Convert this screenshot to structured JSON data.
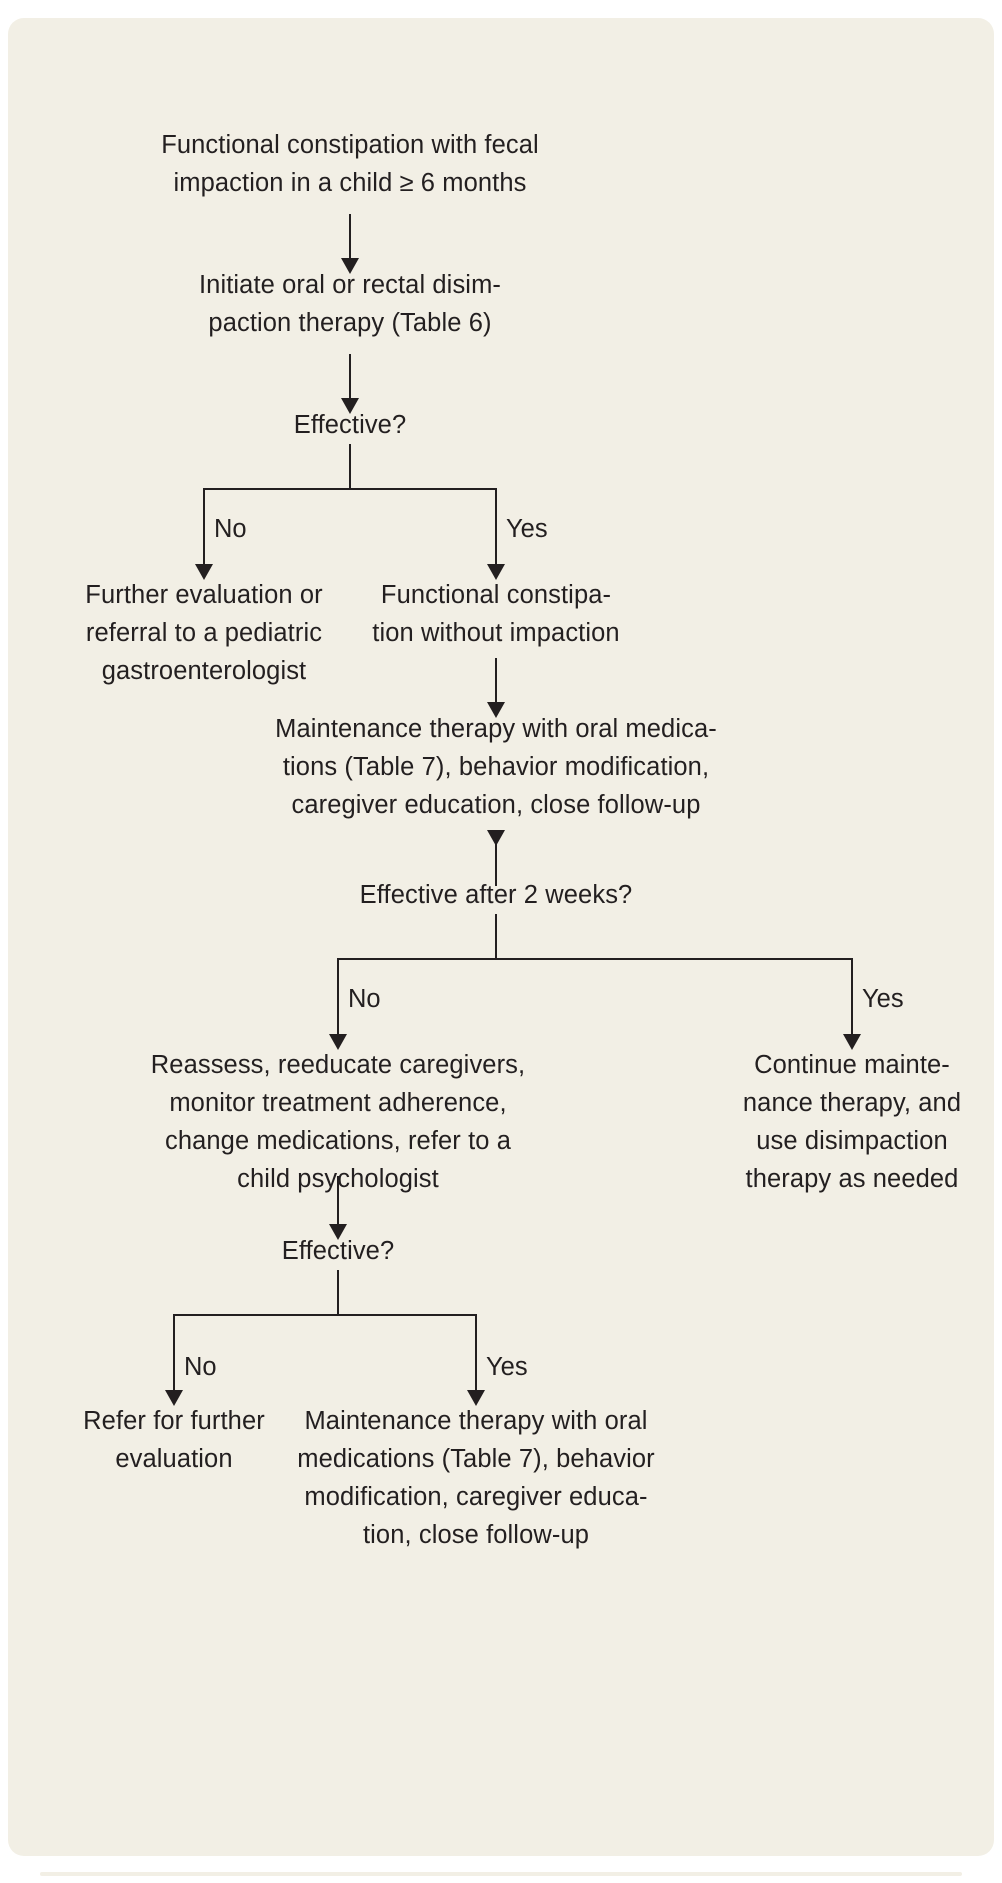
{
  "figure": {
    "type": "flowchart",
    "title": "Management of functional constipation with fecal impaction in children",
    "background_color": "#f2efe5",
    "text_color": "#231f20"
  },
  "nodes": {
    "start": "Functional constipation with fecal\nimpaction in a child ≥ 6 months",
    "disimpaction": "Initiate oral or rectal disim-\npaction therapy (Table 6)",
    "decision1": "Effective?",
    "no1_outcome": "Further evaluation or\nreferral to a pediatric\ngastroenterologist",
    "yes1_outcome": "Functional constipa-\ntion without impaction",
    "maintenance1": "Maintenance therapy with oral medica-\ntions (Table 7), behavior modification,\ncaregiver education, close follow-up",
    "decision2": "Effective after 2 weeks?",
    "no2_outcome": "Reassess, reeducate caregivers,\nmonitor treatment adherence,\nchange medications, refer to a\nchild psychologist",
    "yes2_outcome": "Continue mainte-\nnance therapy, and\nuse disimpaction\ntherapy as needed",
    "decision3": "Effective?",
    "no3_outcome": "Refer for further\nevaluation",
    "yes3_outcome": "Maintenance therapy with oral\nmedications (Table 7), behavior\nmodification, caregiver educa-\ntion, close follow-up"
  },
  "branch_labels": {
    "d1_no": "No",
    "d1_yes": "Yes",
    "d2_no": "No",
    "d2_yes": "Yes",
    "d3_no": "No",
    "d3_yes": "Yes"
  }
}
